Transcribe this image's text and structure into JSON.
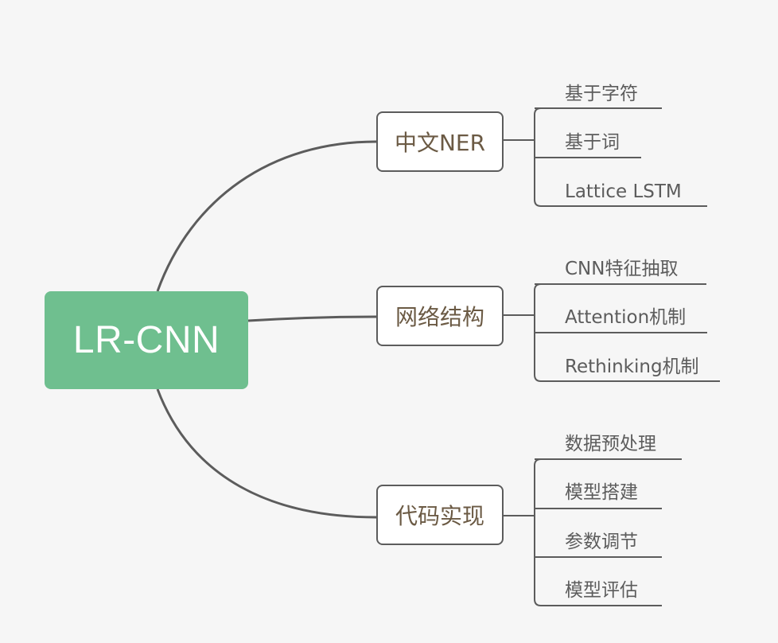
{
  "root": {
    "label": "LR-CNN"
  },
  "branches": [
    {
      "label": "中文NER",
      "children": [
        "基于字符",
        "基于词",
        "Lattice LSTM"
      ]
    },
    {
      "label": "网络结构",
      "children": [
        "CNN特征抽取",
        "Attention机制",
        "Rethinking机制"
      ]
    },
    {
      "label": "代码实现",
      "children": [
        "数据预处理",
        "模型搭建",
        "参数调节",
        "模型评估"
      ]
    }
  ],
  "colors": {
    "root_fill": "#6fbf8f",
    "connector": "#5c5c5c",
    "branch_text": "#6b5a44",
    "leaf_text": "#5c5c5c",
    "background": "#f6f6f6"
  }
}
